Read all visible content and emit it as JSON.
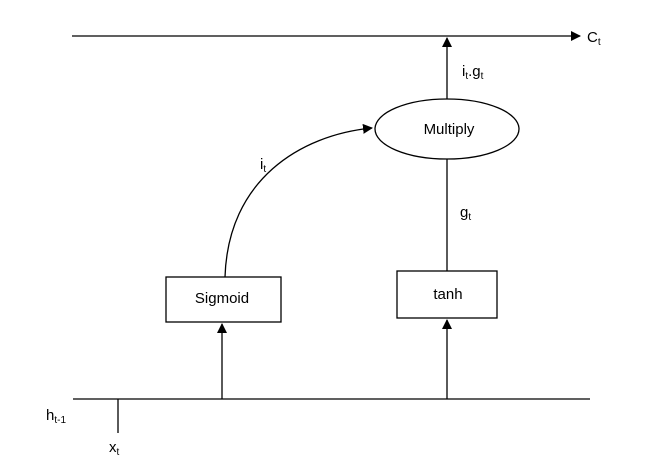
{
  "nodes": {
    "sigmoid": "Sigmoid",
    "tanh": "tanh",
    "multiply": "Multiply"
  },
  "labels": {
    "c_t": {
      "base": "C",
      "sub": "t"
    },
    "it_gt": {
      "base1": "i",
      "sub1": "t",
      "mid": ".g",
      "sub2": "t"
    },
    "i_t": {
      "base": "i",
      "sub": "t"
    },
    "g_t": {
      "base": "g",
      "sub": "t"
    },
    "h_t1": {
      "base": "h",
      "sub": "t-1"
    },
    "x_t": {
      "base": "x",
      "sub": "t"
    }
  },
  "colors": {
    "stroke": "#000000",
    "background": "#ffffff"
  }
}
